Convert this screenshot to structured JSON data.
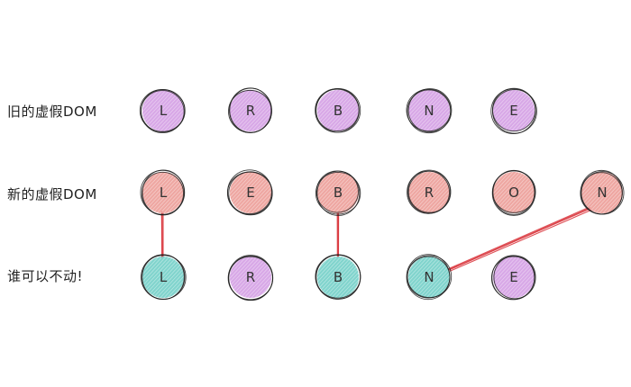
{
  "labels": {
    "old": "旧的虚假DOM",
    "new": "新的虚假DOM",
    "reuse": "谁可以不动!"
  },
  "rows": {
    "old": [
      {
        "text": "L",
        "kind": "purple"
      },
      {
        "text": "R",
        "kind": "purple"
      },
      {
        "text": "B",
        "kind": "purple"
      },
      {
        "text": "N",
        "kind": "purple"
      },
      {
        "text": "E",
        "kind": "purple"
      }
    ],
    "new": [
      {
        "text": "L",
        "kind": "red"
      },
      {
        "text": "E",
        "kind": "red"
      },
      {
        "text": "B",
        "kind": "red"
      },
      {
        "text": "R",
        "kind": "red"
      },
      {
        "text": "O",
        "kind": "red"
      },
      {
        "text": "N",
        "kind": "red"
      }
    ],
    "reuse": [
      {
        "text": "L",
        "kind": "teal"
      },
      {
        "text": "R",
        "kind": "purple"
      },
      {
        "text": "B",
        "kind": "teal"
      },
      {
        "text": "N",
        "kind": "teal"
      },
      {
        "text": "E",
        "kind": "purple"
      }
    ]
  },
  "links": [
    {
      "from_row": "new",
      "from_index": 0,
      "to_row": "reuse",
      "to_index": 0
    },
    {
      "from_row": "new",
      "from_index": 2,
      "to_row": "reuse",
      "to_index": 2
    },
    {
      "from_row": "new",
      "from_index": 5,
      "to_row": "reuse",
      "to_index": 3
    }
  ],
  "colors": {
    "purple": "#d7a6e6",
    "red": "#eea5a0",
    "teal": "#7ed3cc",
    "link": "#d9333a",
    "stroke": "#1e1e1e"
  }
}
